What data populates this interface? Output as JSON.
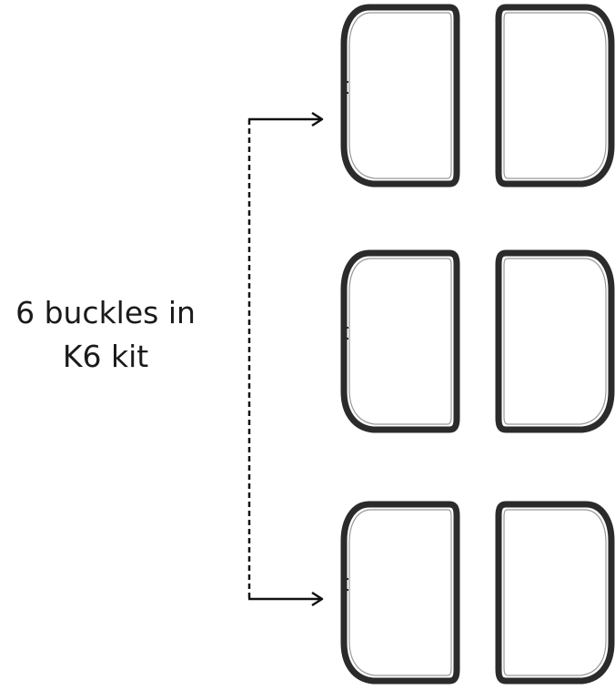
{
  "caption": {
    "line1": "6 buckles in",
    "line2": "K6 kit"
  },
  "buckles": {
    "count": 6,
    "icon": "d-ring-buckle-icon",
    "color": "#2b2b2b"
  },
  "connector": {
    "style": "dashed",
    "arrows": 2,
    "color": "#111111"
  }
}
